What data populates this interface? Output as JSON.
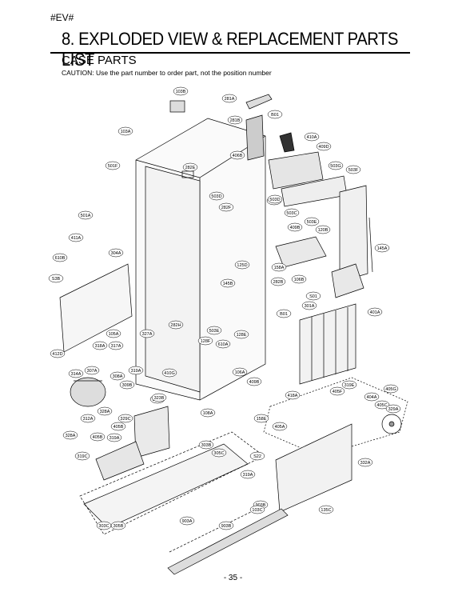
{
  "header": {
    "tag": "#EV#",
    "title": "8. EXPLODED VIEW & REPLACEMENT PARTS LIST",
    "subtitle": "CASE PARTS",
    "caution": "CAUTION: Use the part number to order part, not the position number"
  },
  "footer": {
    "page_number": "- 35 -"
  },
  "callouts": [
    "103B",
    "281A",
    "B01",
    "281B",
    "410A",
    "409D",
    "103A",
    "406B",
    "503G",
    "503F",
    "282E",
    "501F",
    "503D",
    "610A",
    "282F",
    "503C",
    "503E",
    "503D",
    "501A",
    "411A",
    "409B",
    "120B",
    "610B",
    "304A",
    "145A",
    "125D",
    "158A",
    "282B",
    "106B",
    "S3B",
    "145B",
    "S01",
    "301A",
    "B01",
    "401A",
    "105A",
    "282H",
    "327A",
    "503E",
    "128E",
    "318A",
    "317A",
    "128F",
    "610A",
    "412D",
    "106A",
    "319E",
    "314A",
    "307A",
    "308A",
    "319A",
    "410G",
    "409B",
    "405F",
    "405G",
    "404A",
    "303A",
    "418A",
    "309B",
    "323B",
    "108A",
    "405C",
    "329A",
    "312A",
    "328A",
    "329C",
    "405B",
    "158E",
    "405A",
    "328A",
    "405B",
    "319A",
    "303B",
    "319C",
    "305C",
    "S22",
    "332A",
    "319A",
    "903B",
    "135C",
    "303C",
    "305B",
    "903A",
    "903B",
    "103C"
  ]
}
